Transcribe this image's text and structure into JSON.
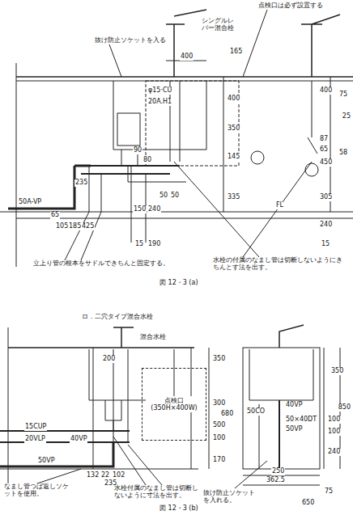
{
  "diagram": {
    "nodes": [
      {
        "text": [
          "点検口 (350H×400W)"
        ]
      }
    ],
    "labels": [
      "点検口は必ず設置する",
      "シングルレバー混合栓",
      "抜け防止ソケットを入る",
      "400",
      "165",
      "φ15·CU",
      "20A.H1",
      "400",
      "350",
      "145",
      "90",
      "80",
      "50",
      "50",
      "335",
      "400",
      "75",
      "25",
      "87",
      "65",
      "450",
      "58",
      "305",
      "FL",
      "240",
      "15",
      "235",
      "65",
      "105",
      "185",
      "425",
      "150",
      "240",
      "190",
      "15",
      "50A-VP",
      "立上り管の根本をサドルできちんと固定する。",
      "水栓の付属のなまし管は切断しないようにきちんとす法を出す。",
      "図 12・3 (a)",
      "ロ．二穴タイプ混合水栓",
      "混合水栓",
      "200",
      "350",
      "300",
      "680",
      "500",
      "100",
      "170",
      "15CUP",
      "20VLP",
      "40VP",
      "50VP",
      "132",
      "22",
      "102",
      "235",
      "40VP",
      "50CO",
      "50×40DT",
      "50VP",
      "350",
      "850",
      "100",
      "100",
      "240",
      "250",
      "362.5",
      "650",
      "75",
      "なまし管つば返しソケットを使用。",
      "水栓付属のなまし管は切断しないように寸法を出す。",
      "抜け防止ソケットを入れる。",
      "図 12・3 (b)"
    ]
  }
}
